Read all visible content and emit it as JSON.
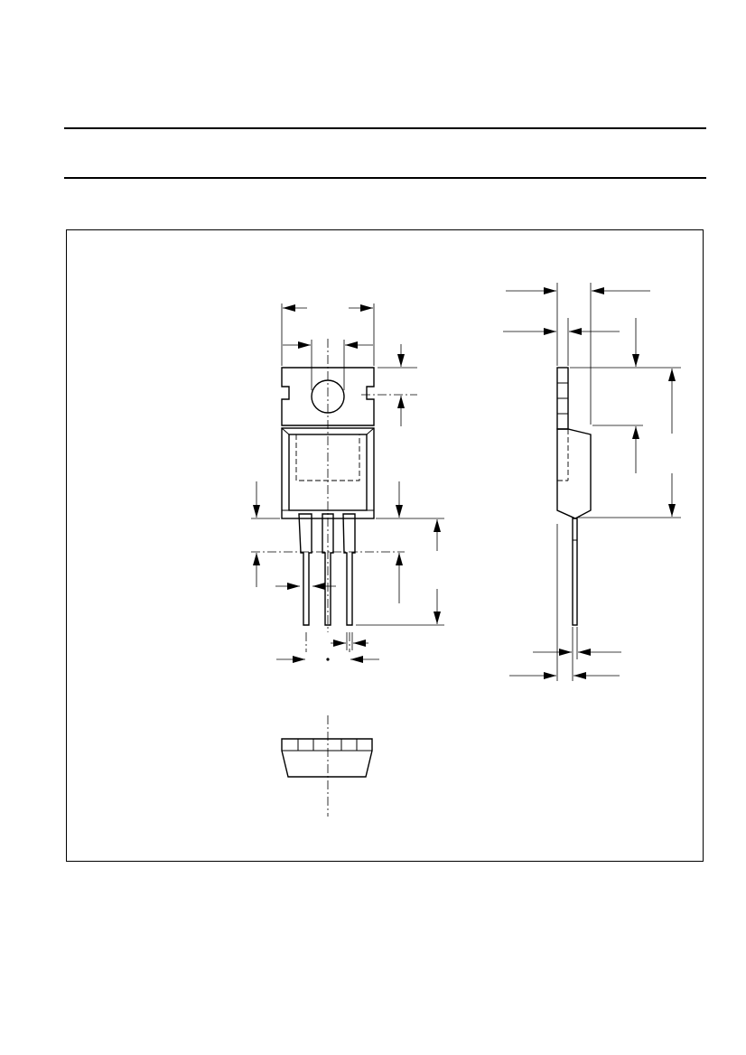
{
  "document": {
    "type": "package outline drawing",
    "views": [
      "front-view",
      "side-view",
      "end-view"
    ],
    "line_color": "#000000",
    "background_color": "#ffffff"
  }
}
